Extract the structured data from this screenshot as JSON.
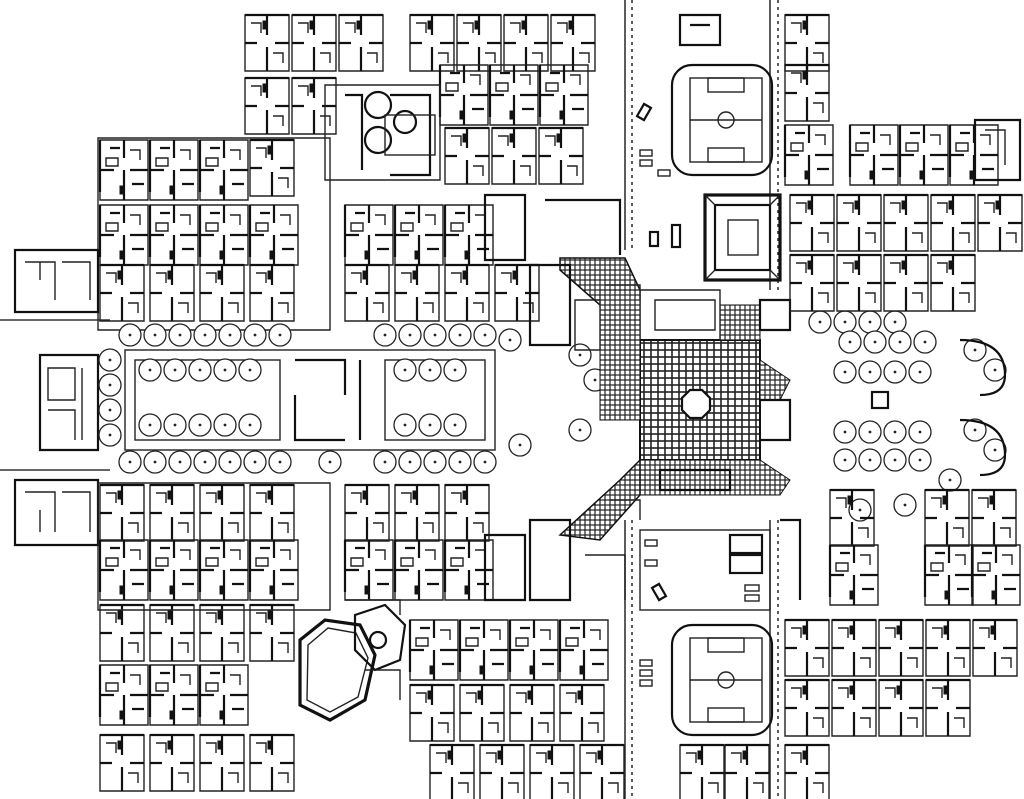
{
  "drawing": {
    "kind": "urban site plan",
    "style": "black ink linework on white",
    "elements": [
      "housing-blocks",
      "tree-lined-courtyards",
      "central-plaza",
      "football-pitches",
      "parked-cars"
    ]
  },
  "colors": {
    "ink": "#111111",
    "paper": "#ffffff",
    "plaza-hatch": "#222222"
  }
}
